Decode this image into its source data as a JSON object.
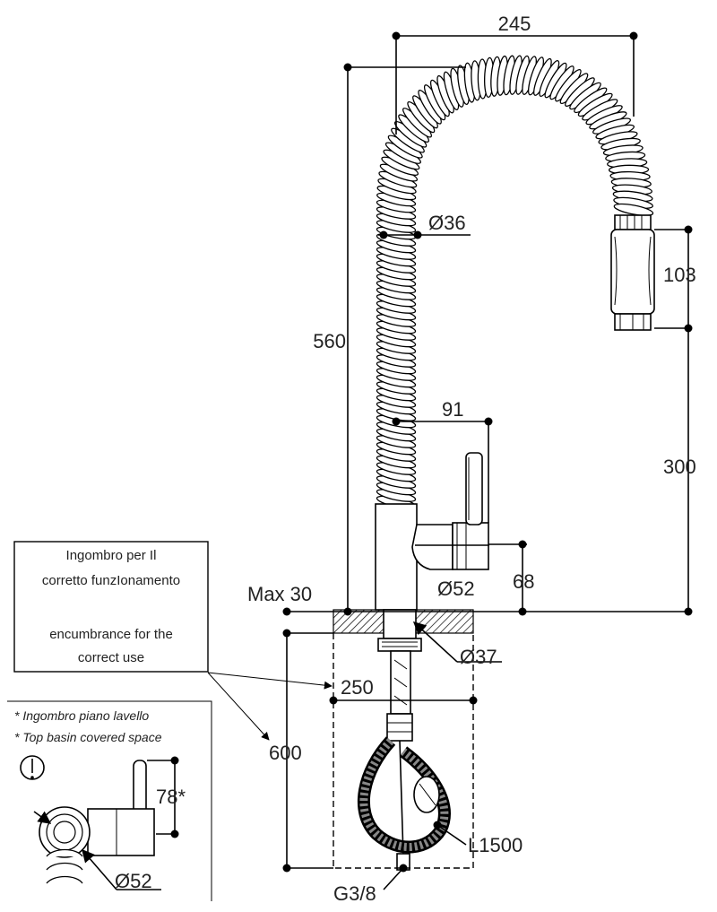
{
  "dimensions": {
    "reach": "245",
    "total_height": "560",
    "hose_diameter": "Ø36",
    "spray_head_length": "103",
    "spray_height": "300",
    "lever_offset": "91",
    "lever_height": "68",
    "base_diameter": "Ø52",
    "max_thickness": "Max 30",
    "shank_diameter": "Ø37",
    "clearance_width": "250",
    "clearance_depth": "600",
    "hose_length": "L1500",
    "connection": "G3/8",
    "side_lever_height": "78*",
    "side_base_diameter": "Ø52"
  },
  "legend": {
    "line1": "Ingombro per Il",
    "line2": "corretto funzIonamento",
    "line3": "encumbrance for the",
    "line4": "correct use"
  },
  "notes": {
    "note_it": "* Ingombro piano lavello",
    "note_en": "* Top basin covered space"
  }
}
